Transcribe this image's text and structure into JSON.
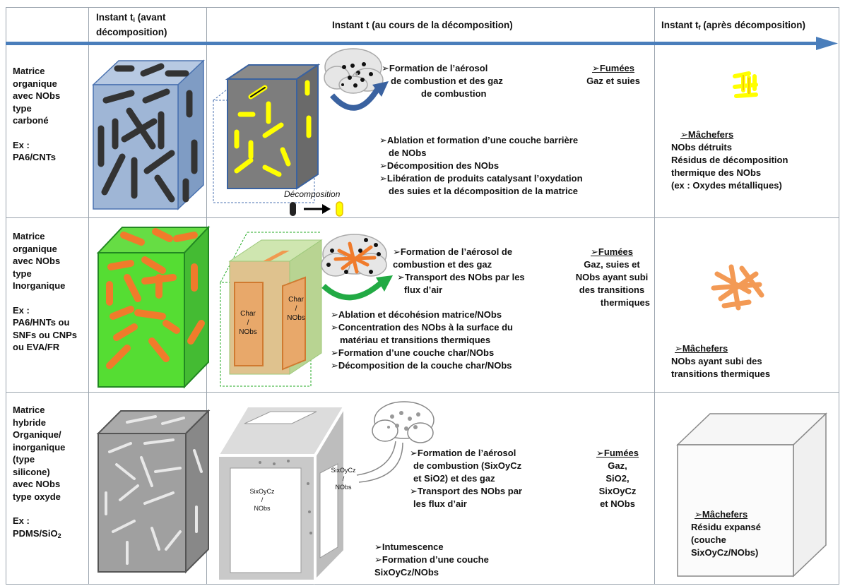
{
  "headers": {
    "col1_main": "Instant t",
    "col1_sub": "i",
    "col1_rest": " (avant décomposition)",
    "col2": "Instant t (au cours de la  décomposition)",
    "col3_main": "Instant t",
    "col3_sub": "f",
    "col3_rest": " (après décomposition)"
  },
  "rows": [
    {
      "label": [
        "Matrice",
        "organique",
        "avec NObs",
        "type",
        "carboné",
        "",
        "Ex :",
        "PA6/CNTs"
      ],
      "aerosol": [
        "➢Formation de l’aérosol",
        "de combustion et des gaz",
        "de combustion"
      ],
      "fumees_title": "➢Fumées",
      "fumees": [
        "Gaz et suies"
      ],
      "bullets": [
        "➢Ablation et formation d’une couche barrière",
        "de NObs",
        "➢Décomposition des NObs",
        "➢Libération de produits catalysant l’oxydation",
        "des suies et la décomposition de la matrice"
      ],
      "decomp_label": "Décomposition",
      "machefers_title": "➢Mâchefers",
      "machefers": [
        "NObs détruits",
        "Résidus de décomposition",
        "thermique des NObs",
        "(ex : Oxydes métalliques)"
      ]
    },
    {
      "label": [
        "Matrice",
        "organique",
        "avec NObs",
        "type",
        "Inorganique",
        "",
        "Ex :",
        "PA6/HNTs ou",
        "SNFs ou CNPs",
        "ou EVA/FR"
      ],
      "aerosol": [
        "➢Formation de l’aérosol de",
        "combustion et des gaz",
        "➢Transport des NObs par les",
        "flux d’air"
      ],
      "fumees_title": "➢Fumées",
      "fumees": [
        "Gaz, suies et",
        "NObs ayant subi",
        "des transitions",
        "thermiques"
      ],
      "bullets": [
        "➢Ablation et décohésion matrice/NObs",
        "➢Concentration des NObs à la surface du",
        "matériau et transitions thermiques",
        "➢Formation d’une couche char/NObs",
        "➢Décomposition de la couche char/NObs"
      ],
      "char_label": [
        "Char",
        "/",
        "NObs"
      ],
      "machefers_title": "➢Mâchefers",
      "machefers": [
        "NObs ayant subi des",
        "transitions thermiques"
      ]
    },
    {
      "label": [
        "Matrice",
        "hybride",
        "Organique/",
        "inorganique",
        "(type",
        "silicone)",
        "avec NObs",
        "type oxyde",
        "",
        "Ex :",
        "PDMS/SiO"
      ],
      "label_sub": "2",
      "aerosol": [
        "➢Formation de l’aérosol",
        "de combustion (SixOyCz",
        "et SiO2) et des gaz",
        "➢Transport des NObs par",
        "les flux d’air"
      ],
      "fumees_title": "➢Fumées",
      "fumees": [
        "Gaz,",
        "SiO2,",
        "SixOyCz",
        "et NObs"
      ],
      "bullets": [
        "➢Intumescence",
        "➢Formation d’une couche",
        "SixOyCz/NObs"
      ],
      "panel_label": [
        "SixOyCz",
        "/",
        "NObs"
      ],
      "machefers_title": "➢Mâchefers",
      "machefers": [
        "Résidu expansé",
        "(couche",
        "SixOyCz/NObs)"
      ]
    }
  ],
  "colors": {
    "arrow": "#4a7ebb",
    "carbon_box": "#9fb6d6",
    "cnt": "#333333",
    "yellow": "#ffff00",
    "green": "#33cc33",
    "orange": "#f07b2b",
    "grey": "#999999"
  }
}
